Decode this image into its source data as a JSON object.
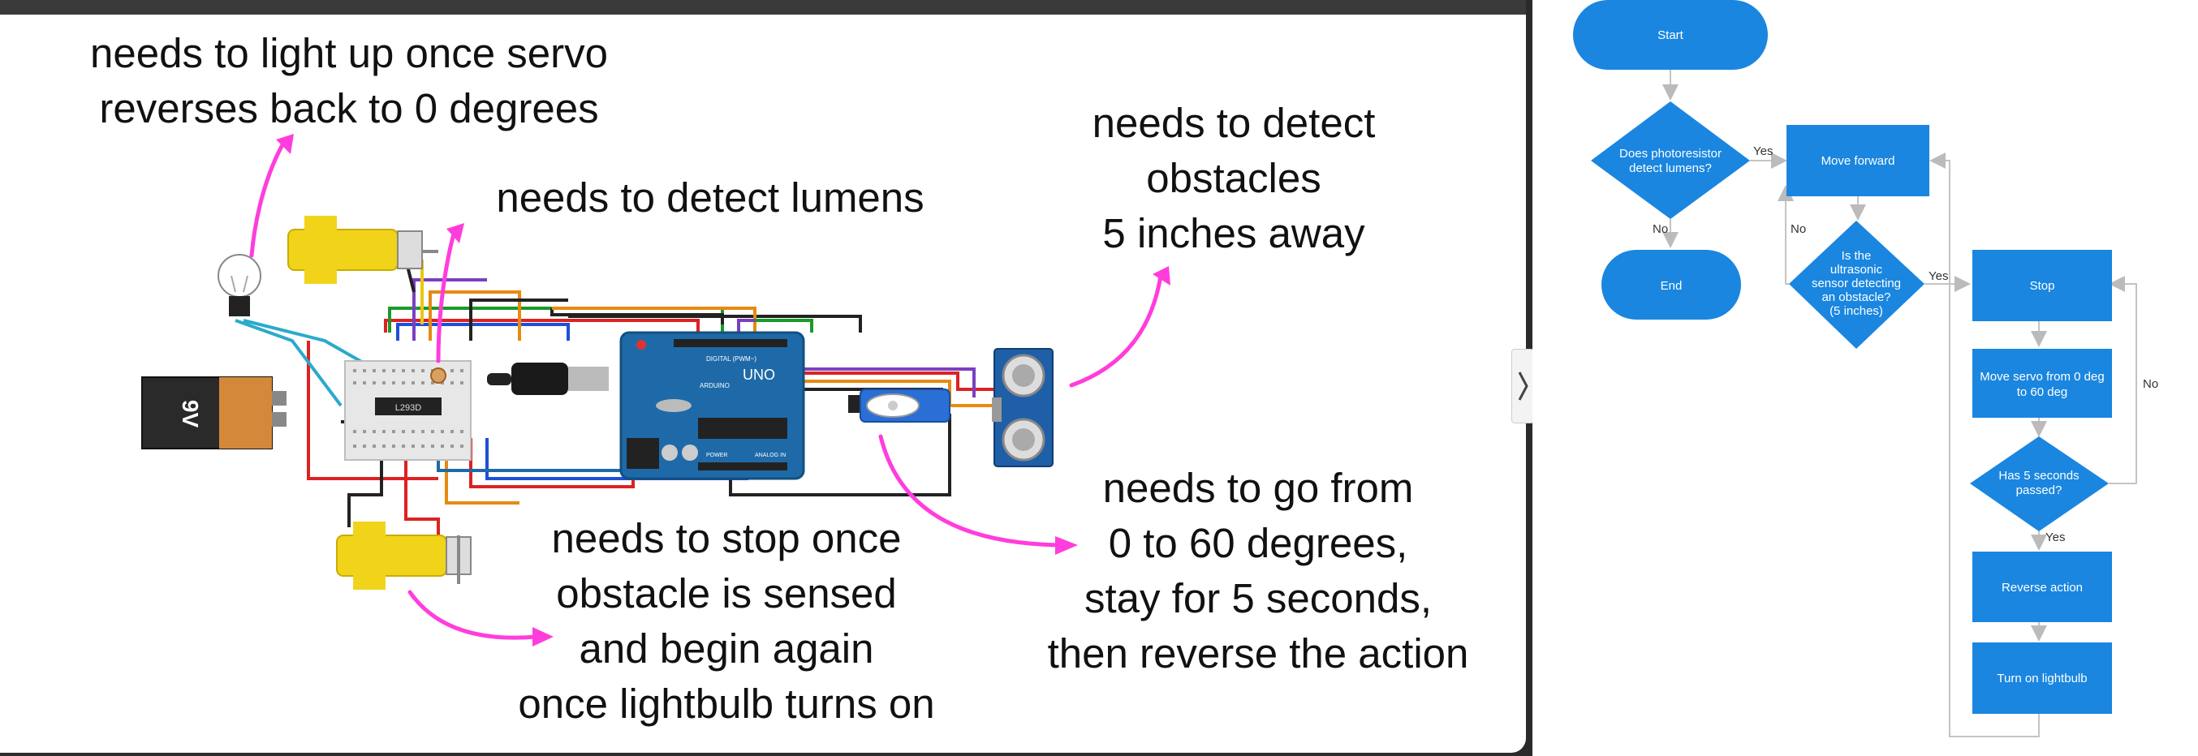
{
  "annotations": {
    "light": [
      "needs to light up once servo",
      "reverses back to 0 degrees"
    ],
    "lumens": [
      "needs to detect lumens"
    ],
    "obstacles": [
      "needs to detect",
      "obstacles",
      "5 inches away"
    ],
    "servo": [
      "needs to go from",
      "0 to 60 degrees,",
      "stay for 5 seconds,",
      "then reverse the action"
    ],
    "motor": [
      "needs to stop once",
      "obstacle is sensed",
      "and begin again",
      "once lightbulb turns on"
    ]
  },
  "circuit": {
    "battery_label": "9V",
    "board_label": "UNO",
    "board_brand": "ARDUINO",
    "board_pins_label": "DIGITAL (PWM~)",
    "board_power_label": "POWER",
    "board_analog_label": "ANALOG IN",
    "driver_chip_label": "L293D"
  },
  "flowchart": {
    "start": "Start",
    "decision_photo": [
      "Does photoresistor",
      "detect lumens?"
    ],
    "end": "End",
    "move_forward": "Move forward",
    "decision_ultra": [
      "Is the",
      "ultrasonic",
      "sensor detecting",
      "an obstacle?",
      "(5 inches)"
    ],
    "stop": "Stop",
    "move_servo": [
      "Move servo from 0 deg",
      "to 60 deg"
    ],
    "decision_time": [
      "Has 5 seconds",
      "passed?"
    ],
    "reverse": "Reverse action",
    "lightbulb": "Turn on lightbulb",
    "yes": "Yes",
    "no": "No"
  },
  "colors": {
    "flow_blue": "#1a86e0",
    "annotation_arrow": "#ff3ddc",
    "board_blue": "#1e6aa8"
  }
}
